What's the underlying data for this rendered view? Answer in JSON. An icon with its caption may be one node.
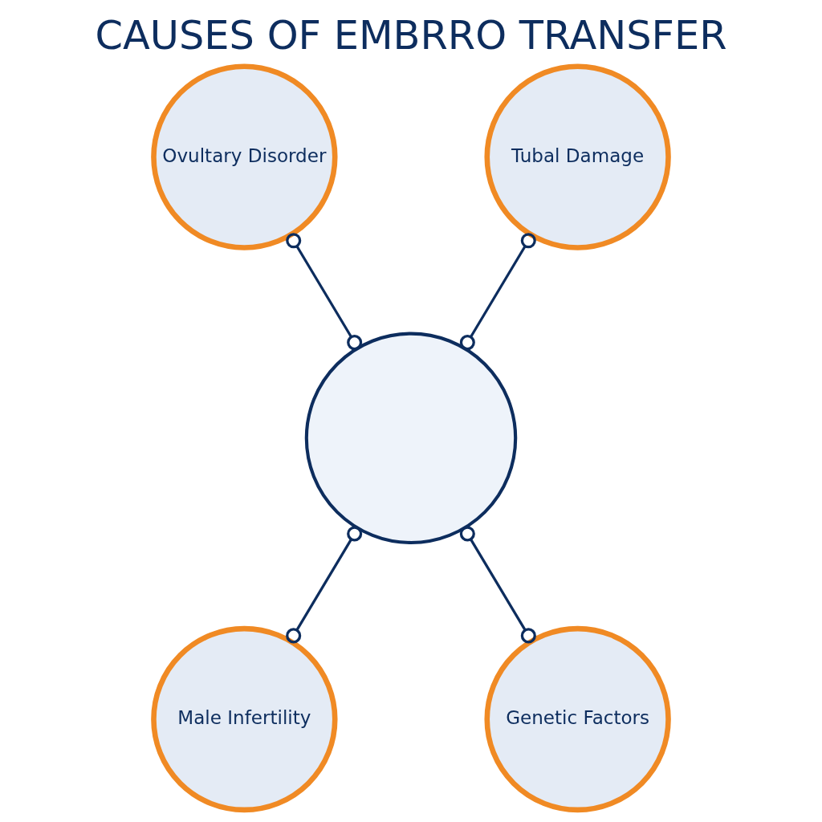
{
  "diagram": {
    "title": "CAUSES OF EMBRRO TRANSFER",
    "nodes": [
      {
        "text": [],
        "shape": "circle"
      },
      {
        "text": [
          "Ovultary Disorder"
        ]
      },
      {
        "text": [
          "Tubal Damage"
        ]
      },
      {
        "text": [
          "Male Infertility"
        ]
      },
      {
        "text": [
          "Genetic Factors"
        ]
      }
    ],
    "edges": [
      {
        "from": 1,
        "to": 0,
        "arrow": "other"
      },
      {
        "from": 2,
        "to": 0,
        "arrow": "other"
      },
      {
        "from": 0,
        "to": 3,
        "arrow": "other"
      },
      {
        "from": 0,
        "to": 4,
        "arrow": "other"
      }
    ]
  }
}
